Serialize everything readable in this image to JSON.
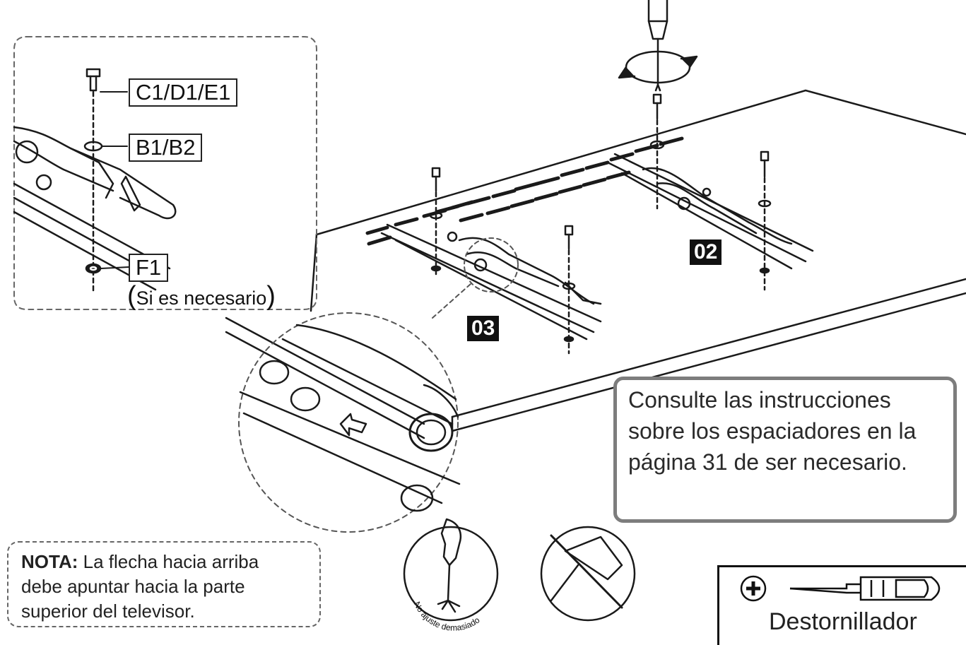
{
  "labels": {
    "screw": "C1/D1/E1",
    "washer": "B1/B2",
    "nut": "F1",
    "if_needed": "Si es necesario",
    "bracket_right": "02",
    "bracket_left": "03"
  },
  "consult_note": {
    "line1": "Consulte las instrucciones",
    "line2": "sobre los espaciadores en la",
    "line3": "página 31 de ser necesario."
  },
  "nota": {
    "prefix": "NOTA:",
    "text1": " La flecha hacia arriba",
    "text2": "debe apuntar hacia la parte",
    "text3": "superior del televisor."
  },
  "warning_text": "No ajuste demasiado",
  "tool": {
    "label": "Destornillador",
    "icon": "phillips-screwdriver-icon"
  },
  "colors": {
    "line": "#1a1a1a",
    "tag_bg": "#111111",
    "consult_border": "#7d7d7d"
  }
}
